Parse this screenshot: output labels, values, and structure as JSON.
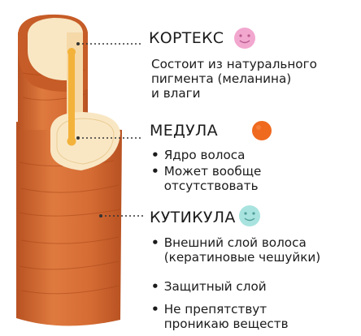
{
  "colors": {
    "hair_outer": "#d9733a",
    "hair_shadow": "#b95420",
    "hair_light": "#eb945e",
    "cross_section": "#f9e7c4",
    "medulla_core": "#f3b23a",
    "emoji_pink": "#f2a7cf",
    "emoji_orange": "#ef6a1f",
    "emoji_teal": "#a8e3df"
  },
  "cortex": {
    "title": "КОРТЕКС",
    "icon": "pink-smiley-face-icon",
    "description": "Состоит из натурального\nпигмента (меланина)\nи влаги"
  },
  "medulla": {
    "title": "МЕДУЛА",
    "icon": "orange-circle-icon",
    "bullets": [
      "Ядро волоса",
      "Может вообще\nотсутствовать"
    ]
  },
  "cuticle": {
    "title": "КУТИКУЛА",
    "icon": "teal-smiley-face-icon",
    "bullets": [
      "Внешний слой волоса\n(кератиновые чешуйки)",
      "Защитный слой",
      "Не препятствут\nпроникаю веществ"
    ]
  }
}
